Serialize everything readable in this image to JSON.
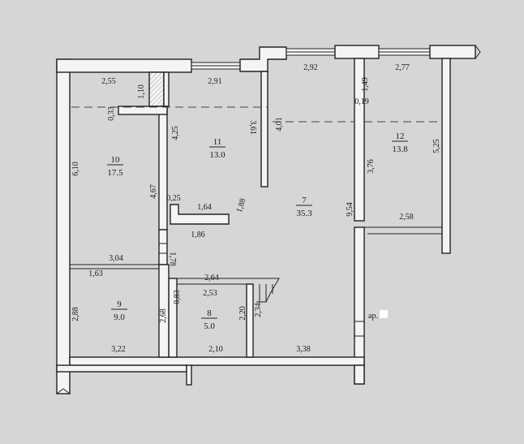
{
  "plan": {
    "rooms": [
      {
        "id": "room-10",
        "number": "10",
        "area": "17.5"
      },
      {
        "id": "room-11",
        "number": "11",
        "area": "13.0"
      },
      {
        "id": "room-12",
        "number": "12",
        "area": "13.8"
      },
      {
        "id": "room-7",
        "number": "7",
        "area": "35.3"
      },
      {
        "id": "room-9",
        "number": "9",
        "area": "9.0"
      },
      {
        "id": "room-8",
        "number": "8",
        "area": "5.0"
      }
    ],
    "dimensions": {
      "d255": "2,55",
      "d110": "1,10",
      "d291": "2,91",
      "d292": "2,92",
      "d277": "2,77",
      "d149": "1,49",
      "d019": "0,19",
      "d033": "0,33",
      "d361": "3,61",
      "d401": "4,01",
      "d425": "4,25",
      "d610": "6,10",
      "d376": "3,76",
      "d525": "5,25",
      "d467": "4,67",
      "d025": "0,25",
      "d164": "1,64",
      "d188": "1,88",
      "d954": "9,54",
      "d258": "2,58",
      "d186": "1,86",
      "d304": "3,04",
      "d163": "1,63",
      "d178": "1,78",
      "d264": "2,64",
      "d253": "2,53",
      "d083": "0,83",
      "d268": "2,68",
      "d288": "2,88",
      "d220": "2,20",
      "d234": "2,34",
      "d322": "3,22",
      "d210": "2,10",
      "d338": "3,38"
    },
    "arch_label": "ар."
  }
}
